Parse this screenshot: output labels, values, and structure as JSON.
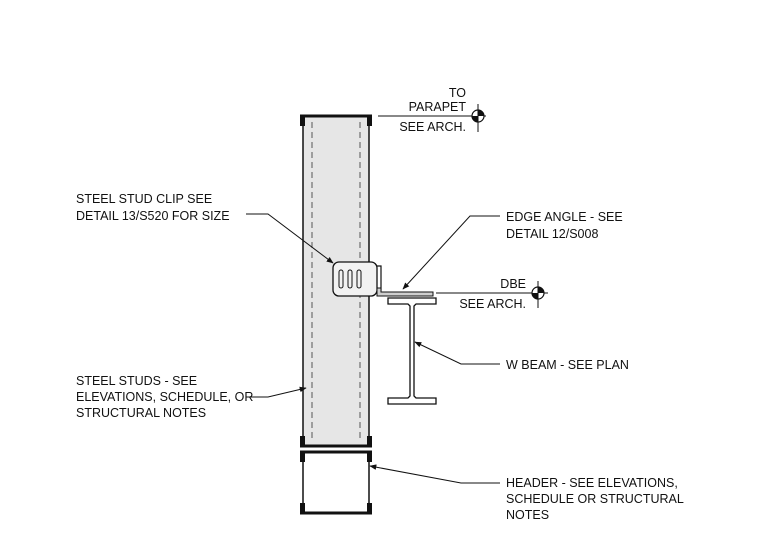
{
  "elevations": {
    "parapet": {
      "lines": [
        "TO",
        "PARAPET",
        "SEE ARCH."
      ]
    },
    "dbe": {
      "lines": [
        "DBE",
        "SEE ARCH."
      ]
    }
  },
  "callouts": {
    "stud_clip": {
      "lines": [
        "STEEL STUD CLIP SEE",
        "DETAIL 13/S520 FOR SIZE"
      ]
    },
    "edge_angle": {
      "lines": [
        "EDGE ANGLE - SEE",
        "DETAIL 12/S008"
      ]
    },
    "w_beam": {
      "lines": [
        "W BEAM - SEE PLAN"
      ]
    },
    "steel_studs": {
      "lines": [
        "STEEL STUDS - SEE",
        "ELEVATIONS, SCHEDULE, OR",
        "STRUCTURAL NOTES"
      ]
    },
    "header": {
      "lines": [
        "HEADER - SEE ELEVATIONS,",
        "SCHEDULE OR STRUCTURAL",
        "NOTES"
      ]
    }
  },
  "colors": {
    "line": "#111111",
    "stud_fill": "#e6e6e6",
    "clip_fill": "#f2f2f2"
  }
}
